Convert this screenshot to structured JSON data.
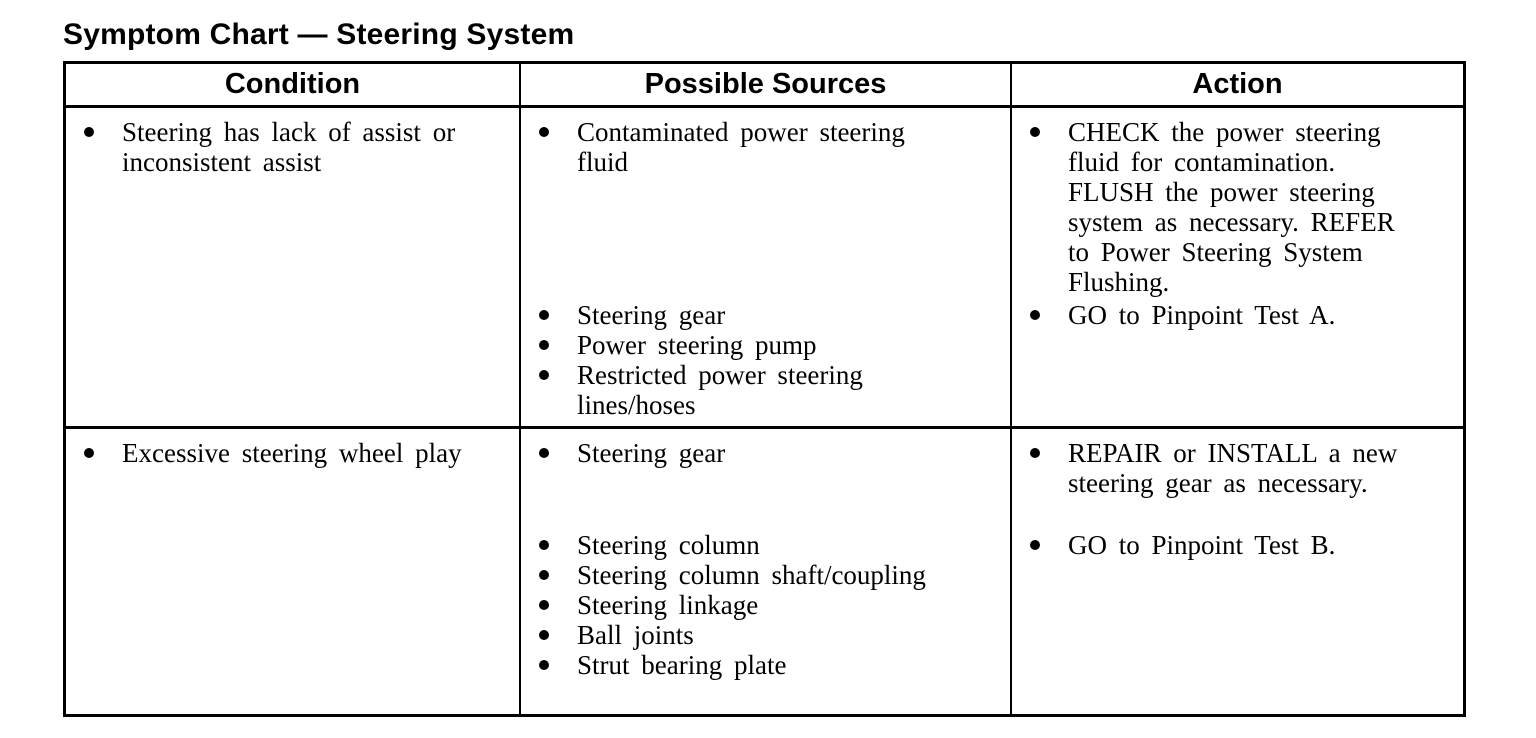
{
  "page": {
    "title": "Symptom Chart — Steering System"
  },
  "table": {
    "headers": [
      "Condition",
      "Possible Sources",
      "Action"
    ],
    "rows": [
      {
        "condition": [
          "Steering has lack of assist or inconsistent assist"
        ],
        "groups": [
          {
            "sources": [
              "Contaminated power steering fluid"
            ],
            "actions": [
              "CHECK the power steering fluid for contamination. FLUSH the power steering system as necessary. REFER to Power Steering System Flushing."
            ]
          },
          {
            "sources": [
              "Steering gear",
              "Power steering pump",
              "Restricted power steering lines/hoses"
            ],
            "actions": [
              "GO to Pinpoint Test A."
            ]
          }
        ]
      },
      {
        "condition": [
          "Excessive steering wheel play"
        ],
        "groups": [
          {
            "sources": [
              "Steering gear"
            ],
            "actions": [
              "REPAIR or INSTALL a new steering gear as necessary."
            ]
          },
          {
            "sources": [
              "Steering column",
              "Steering column shaft/coupling",
              "Steering linkage",
              "Ball joints",
              "Strut bearing plate"
            ],
            "actions": [
              "GO to Pinpoint Test B."
            ]
          }
        ]
      }
    ]
  }
}
